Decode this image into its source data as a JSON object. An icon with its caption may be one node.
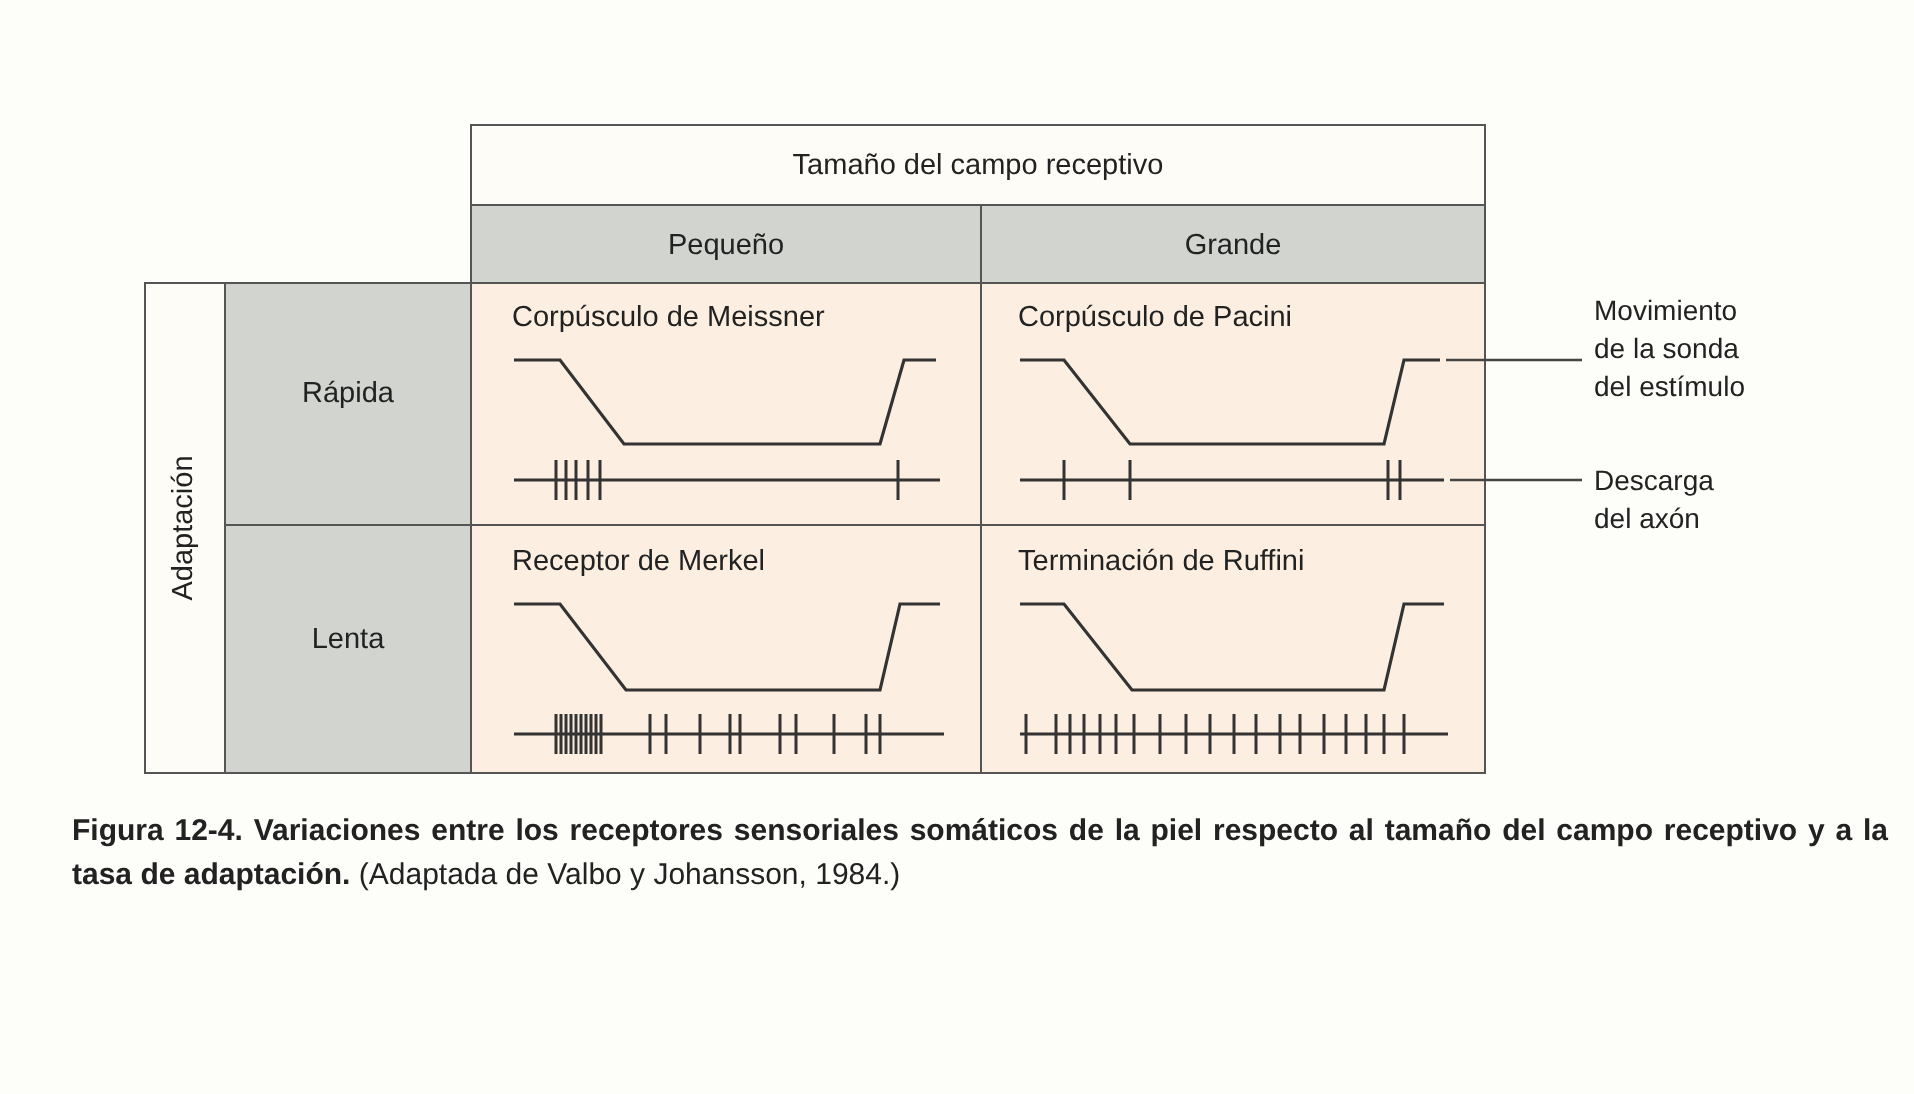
{
  "diagram": {
    "caption": "**Figura 12-4.  Variaciones entre los receptores sensoriales somáticos de la piel respecto al tamaño del campo receptivo y a la tasa de adaptación.** (Adaptada de Valbo y Johansson, 1984.)",
    "nodes": [
      {
        "text": [
          "Movimiento de la sonda del estímulo"
        ]
      },
      {
        "text": [
          "Descarga del axón"
        ]
      },
      {
        "text": [],
        "shape": "picture"
      },
      {
        "text": [],
        "shape": "picture"
      }
    ],
    "edges": [
      {
        "from": 0,
        "to": 2,
        "arrow": "none"
      },
      {
        "from": 1,
        "to": 3,
        "arrow": "none"
      }
    ],
    "labels": [
      "Tamaño del campo receptivo",
      "Pequeño",
      "Grande",
      "Adaptación",
      "Rápida",
      "Corpúsculo de Meissner",
      "Corpúsculo de Pacini",
      "Lenta",
      "Receptor de Merkel",
      "Terminación de Ruffini"
    ]
  }
}
